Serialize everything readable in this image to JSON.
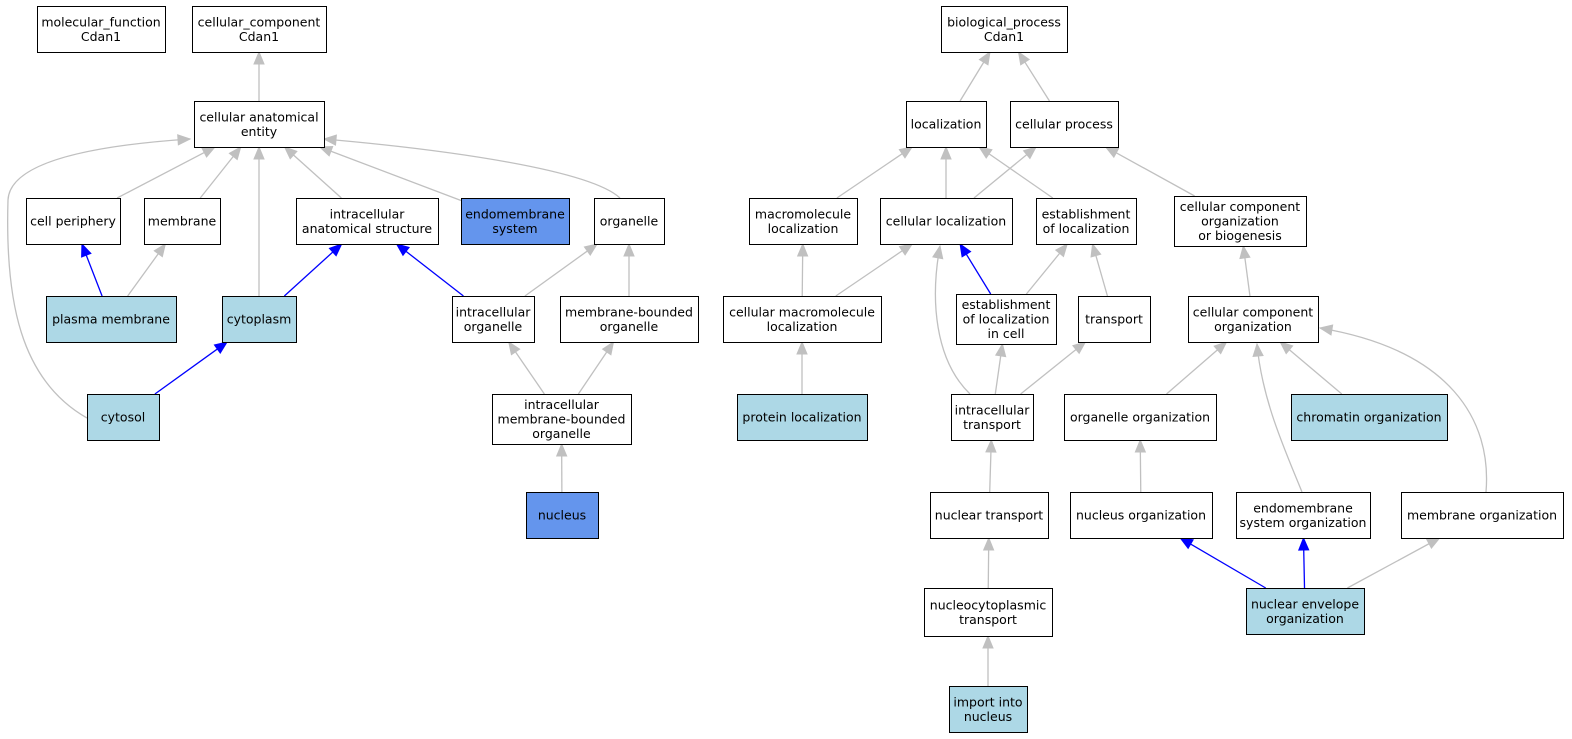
{
  "colors": {
    "plain": "#ffffff",
    "light": "#add8e6",
    "strong": "#6495ed",
    "edge_gray": "#c0c0c0",
    "edge_blue": "#0000ff"
  },
  "nodes": {
    "molecular_function": {
      "lines": [
        "molecular_function",
        "Cdan1"
      ],
      "fill": "plain"
    },
    "cellular_component": {
      "lines": [
        "cellular_component",
        "Cdan1"
      ],
      "fill": "plain"
    },
    "cellular_anatomical_entity": {
      "lines": [
        "cellular anatomical",
        "entity"
      ],
      "fill": "plain"
    },
    "cell_periphery": {
      "lines": [
        "cell periphery"
      ],
      "fill": "plain"
    },
    "membrane": {
      "lines": [
        "membrane"
      ],
      "fill": "plain"
    },
    "intracellular_anatomical_structure": {
      "lines": [
        "intracellular",
        "anatomical structure"
      ],
      "fill": "plain"
    },
    "endomembrane_system": {
      "lines": [
        "endomembrane",
        "system"
      ],
      "fill": "strong"
    },
    "organelle": {
      "lines": [
        "organelle"
      ],
      "fill": "plain"
    },
    "plasma_membrane": {
      "lines": [
        "plasma membrane"
      ],
      "fill": "light"
    },
    "cytoplasm": {
      "lines": [
        "cytoplasm"
      ],
      "fill": "light"
    },
    "intracellular_organelle": {
      "lines": [
        "intracellular",
        "organelle"
      ],
      "fill": "plain"
    },
    "membrane_bounded_organelle": {
      "lines": [
        "membrane-bounded",
        "organelle"
      ],
      "fill": "plain"
    },
    "cytosol": {
      "lines": [
        "cytosol"
      ],
      "fill": "light"
    },
    "intracellular_membrane_bounded_organelle": {
      "lines": [
        "intracellular",
        "membrane-bounded",
        "organelle"
      ],
      "fill": "plain"
    },
    "nucleus": {
      "lines": [
        "nucleus"
      ],
      "fill": "strong"
    },
    "biological_process": {
      "lines": [
        "biological_process",
        "Cdan1"
      ],
      "fill": "plain"
    },
    "localization": {
      "lines": [
        "localization"
      ],
      "fill": "plain"
    },
    "cellular_process": {
      "lines": [
        "cellular process"
      ],
      "fill": "plain"
    },
    "macromolecule_localization": {
      "lines": [
        "macromolecule",
        "localization"
      ],
      "fill": "plain"
    },
    "cellular_localization": {
      "lines": [
        "cellular localization"
      ],
      "fill": "plain"
    },
    "establishment_of_localization": {
      "lines": [
        "establishment",
        "of localization"
      ],
      "fill": "plain"
    },
    "cellular_component_organization_or_biogenesis": {
      "lines": [
        "cellular component",
        "organization",
        "or biogenesis"
      ],
      "fill": "plain"
    },
    "cellular_macromolecule_localization": {
      "lines": [
        "cellular macromolecule",
        "localization"
      ],
      "fill": "plain"
    },
    "establishment_of_localization_in_cell": {
      "lines": [
        "establishment",
        "of localization",
        "in cell"
      ],
      "fill": "plain"
    },
    "transport": {
      "lines": [
        "transport"
      ],
      "fill": "plain"
    },
    "cellular_component_organization": {
      "lines": [
        "cellular component",
        "organization"
      ],
      "fill": "plain"
    },
    "protein_localization": {
      "lines": [
        "protein localization"
      ],
      "fill": "light"
    },
    "intracellular_transport": {
      "lines": [
        "intracellular",
        "transport"
      ],
      "fill": "plain"
    },
    "organelle_organization": {
      "lines": [
        "organelle organization"
      ],
      "fill": "plain"
    },
    "chromatin_organization": {
      "lines": [
        "chromatin organization"
      ],
      "fill": "light"
    },
    "nuclear_transport": {
      "lines": [
        "nuclear transport"
      ],
      "fill": "plain"
    },
    "nucleus_organization": {
      "lines": [
        "nucleus organization"
      ],
      "fill": "plain"
    },
    "endomembrane_system_organization": {
      "lines": [
        "endomembrane",
        "system organization"
      ],
      "fill": "plain"
    },
    "membrane_organization": {
      "lines": [
        "membrane organization"
      ],
      "fill": "plain"
    },
    "nucleocytoplasmic_transport": {
      "lines": [
        "nucleocytoplasmic",
        "transport"
      ],
      "fill": "plain"
    },
    "nuclear_envelope_organization": {
      "lines": [
        "nuclear envelope",
        "organization"
      ],
      "fill": "light"
    },
    "import_into_nucleus": {
      "lines": [
        "import into",
        "nucleus"
      ],
      "fill": "light"
    }
  },
  "edges": [
    {
      "from": "cellular_anatomical_entity",
      "to": "cellular_component",
      "color": "edge_gray"
    },
    {
      "from": "cell_periphery",
      "to": "cellular_anatomical_entity",
      "color": "edge_gray"
    },
    {
      "from": "membrane",
      "to": "cellular_anatomical_entity",
      "color": "edge_gray"
    },
    {
      "from": "intracellular_anatomical_structure",
      "to": "cellular_anatomical_entity",
      "color": "edge_gray"
    },
    {
      "from": "endomembrane_system",
      "to": "cellular_anatomical_entity",
      "color": "edge_gray"
    },
    {
      "from": "organelle",
      "to": "cellular_anatomical_entity",
      "color": "edge_gray"
    },
    {
      "from": "cytoplasm",
      "to": "cellular_anatomical_entity",
      "color": "edge_gray"
    },
    {
      "from": "cytosol",
      "to": "cellular_anatomical_entity",
      "color": "edge_gray"
    },
    {
      "from": "plasma_membrane",
      "to": "cell_periphery",
      "color": "edge_blue"
    },
    {
      "from": "plasma_membrane",
      "to": "membrane",
      "color": "edge_gray"
    },
    {
      "from": "cytoplasm",
      "to": "intracellular_anatomical_structure",
      "color": "edge_blue"
    },
    {
      "from": "intracellular_organelle",
      "to": "intracellular_anatomical_structure",
      "color": "edge_blue"
    },
    {
      "from": "intracellular_organelle",
      "to": "organelle",
      "color": "edge_gray"
    },
    {
      "from": "membrane_bounded_organelle",
      "to": "organelle",
      "color": "edge_gray"
    },
    {
      "from": "cytosol",
      "to": "cytoplasm",
      "color": "edge_blue"
    },
    {
      "from": "intracellular_membrane_bounded_organelle",
      "to": "intracellular_organelle",
      "color": "edge_gray"
    },
    {
      "from": "intracellular_membrane_bounded_organelle",
      "to": "membrane_bounded_organelle",
      "color": "edge_gray"
    },
    {
      "from": "nucleus",
      "to": "intracellular_membrane_bounded_organelle",
      "color": "edge_gray"
    },
    {
      "from": "localization",
      "to": "biological_process",
      "color": "edge_gray"
    },
    {
      "from": "cellular_process",
      "to": "biological_process",
      "color": "edge_gray"
    },
    {
      "from": "macromolecule_localization",
      "to": "localization",
      "color": "edge_gray"
    },
    {
      "from": "cellular_localization",
      "to": "localization",
      "color": "edge_gray"
    },
    {
      "from": "establishment_of_localization",
      "to": "localization",
      "color": "edge_gray"
    },
    {
      "from": "cellular_localization",
      "to": "cellular_process",
      "color": "edge_gray"
    },
    {
      "from": "cellular_component_organization_or_biogenesis",
      "to": "cellular_process",
      "color": "edge_gray"
    },
    {
      "from": "cellular_macromolecule_localization",
      "to": "macromolecule_localization",
      "color": "edge_gray"
    },
    {
      "from": "cellular_macromolecule_localization",
      "to": "cellular_localization",
      "color": "edge_gray"
    },
    {
      "from": "establishment_of_localization_in_cell",
      "to": "cellular_localization",
      "color": "edge_blue"
    },
    {
      "from": "intracellular_transport",
      "to": "cellular_localization",
      "color": "edge_gray"
    },
    {
      "from": "establishment_of_localization_in_cell",
      "to": "establishment_of_localization",
      "color": "edge_gray"
    },
    {
      "from": "transport",
      "to": "establishment_of_localization",
      "color": "edge_gray"
    },
    {
      "from": "cellular_component_organization",
      "to": "cellular_component_organization_or_biogenesis",
      "color": "edge_gray"
    },
    {
      "from": "protein_localization",
      "to": "cellular_macromolecule_localization",
      "color": "edge_gray"
    },
    {
      "from": "intracellular_transport",
      "to": "establishment_of_localization_in_cell",
      "color": "edge_gray"
    },
    {
      "from": "intracellular_transport",
      "to": "transport",
      "color": "edge_gray"
    },
    {
      "from": "organelle_organization",
      "to": "cellular_component_organization",
      "color": "edge_gray"
    },
    {
      "from": "chromatin_organization",
      "to": "cellular_component_organization",
      "color": "edge_gray"
    },
    {
      "from": "endomembrane_system_organization",
      "to": "cellular_component_organization",
      "color": "edge_gray"
    },
    {
      "from": "membrane_organization",
      "to": "cellular_component_organization",
      "color": "edge_gray"
    },
    {
      "from": "nuclear_transport",
      "to": "intracellular_transport",
      "color": "edge_gray"
    },
    {
      "from": "nucleus_organization",
      "to": "organelle_organization",
      "color": "edge_gray"
    },
    {
      "from": "nucleocytoplasmic_transport",
      "to": "nuclear_transport",
      "color": "edge_gray"
    },
    {
      "from": "nuclear_envelope_organization",
      "to": "nucleus_organization",
      "color": "edge_blue"
    },
    {
      "from": "nuclear_envelope_organization",
      "to": "endomembrane_system_organization",
      "color": "edge_blue"
    },
    {
      "from": "nuclear_envelope_organization",
      "to": "membrane_organization",
      "color": "edge_gray"
    },
    {
      "from": "import_into_nucleus",
      "to": "nucleocytoplasmic_transport",
      "color": "edge_gray"
    }
  ]
}
